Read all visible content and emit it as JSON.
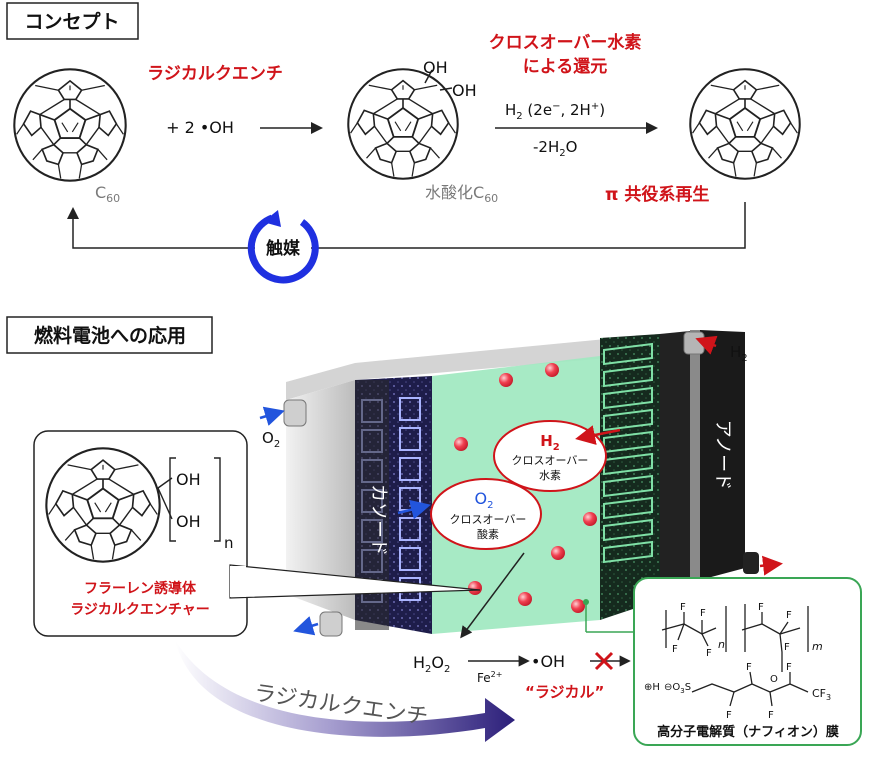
{
  "concept": {
    "title": "コンセプト",
    "radical_quench": "ラジカルクエンチ",
    "reaction_plus": "+ 2 •OH",
    "oh_top": "OH",
    "oh_right": "OH",
    "crossover_line1": "クロスオーバー水素",
    "crossover_line2": "による還元",
    "h2_main": "H",
    "h2_sub": "2",
    "h2_rest": " (2e",
    "h2_sup1": "−",
    "h2_mid": ", 2H",
    "h2_sup2": "+",
    "h2_end": ")",
    "minus_water_pre": "-2H",
    "minus_water_sub": "2",
    "minus_water_post": "O",
    "c60_main": "C",
    "c60_sub": "60",
    "hydroxylated_main": "水酸化C",
    "hydroxylated_sub": "60",
    "pi_regen": "π 共役系再生",
    "catalyst": "触媒"
  },
  "application": {
    "title": "燃料電池への応用",
    "h2_inlet_main": "H",
    "h2_inlet_sub": "2",
    "o2_inlet_main": "O",
    "o2_inlet_sub": "2",
    "cathode": "カソード",
    "anode": "アノード",
    "h2_bubble_main": "H",
    "h2_bubble_sub": "2",
    "h2_bubble_line1": "クロスオーバー",
    "h2_bubble_line2": "水素",
    "o2_bubble_main": "O",
    "o2_bubble_sub": "2",
    "o2_bubble_line1": "クロスオーバー",
    "o2_bubble_line2": "酸素",
    "inset_oh1": "OH",
    "inset_oh2": "OH",
    "inset_n": "n",
    "fullerene_line1": "フラーレン誘導体",
    "fullerene_line2": "ラジカルクエンチャー",
    "h2o2_main": "H",
    "h2o2_sub1": "2",
    "h2o2_mid": "O",
    "h2o2_sub2": "2",
    "fe_main": "Fe",
    "fe_sup": "2+",
    "oh_radical": "•OH",
    "radical_label": "“ラジカル”",
    "curved_quench": "ラジカルクエンチ",
    "nafion_caption": "高分子電解質（ナフィオン）膜",
    "nafion_n": "n",
    "nafion_m": "m",
    "nafion_cf3": "CF",
    "nafion_cf3_sub": "3",
    "nafion_h": "H",
    "nafion_so3": "O",
    "nafion_so3_sub": "3",
    "nafion_s": "S"
  },
  "colors": {
    "red": "#d0141a",
    "blue_arrow": "#2255dd",
    "membrane_green": "#9fe8c0",
    "panel_border_green": "#3aa655",
    "bubble_red": "#f04050"
  }
}
